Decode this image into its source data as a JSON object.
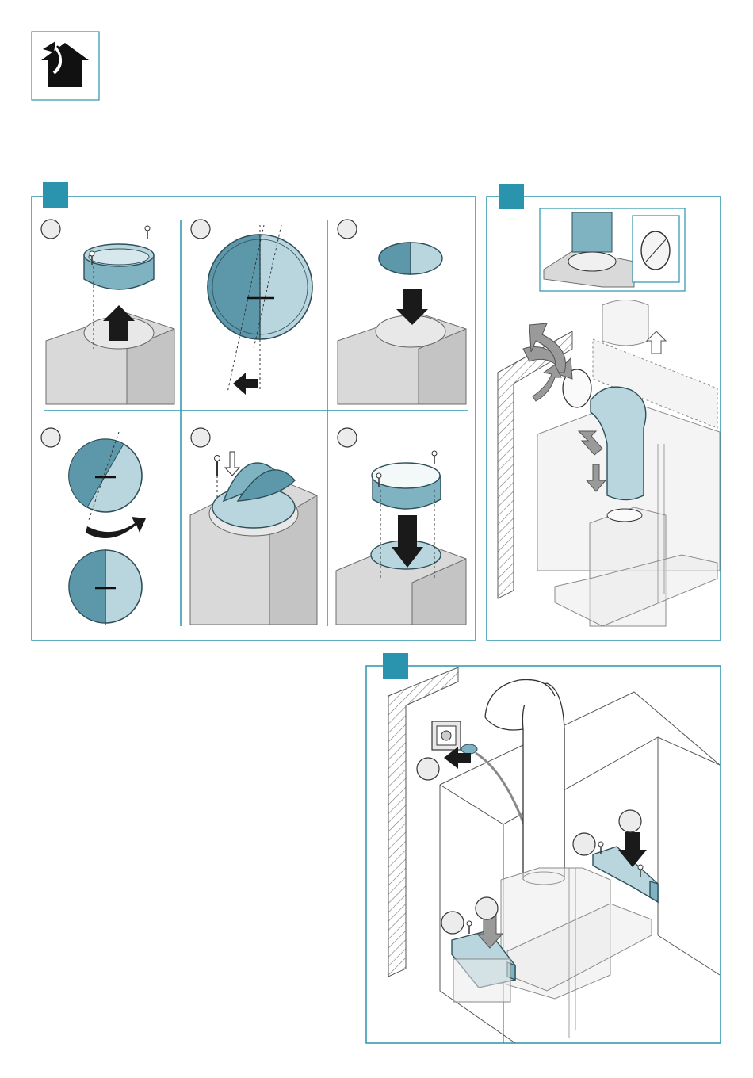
{
  "icon": {
    "name": "house-vent-icon"
  },
  "panels": [
    {
      "id": "panel-a"
    },
    {
      "id": "panel-b"
    },
    {
      "id": "panel-c"
    }
  ],
  "colors": {
    "accent": "#2a93ad",
    "part": "#7fb3c2",
    "part_light": "#b9d6de",
    "housing": "#d9d9d9"
  }
}
